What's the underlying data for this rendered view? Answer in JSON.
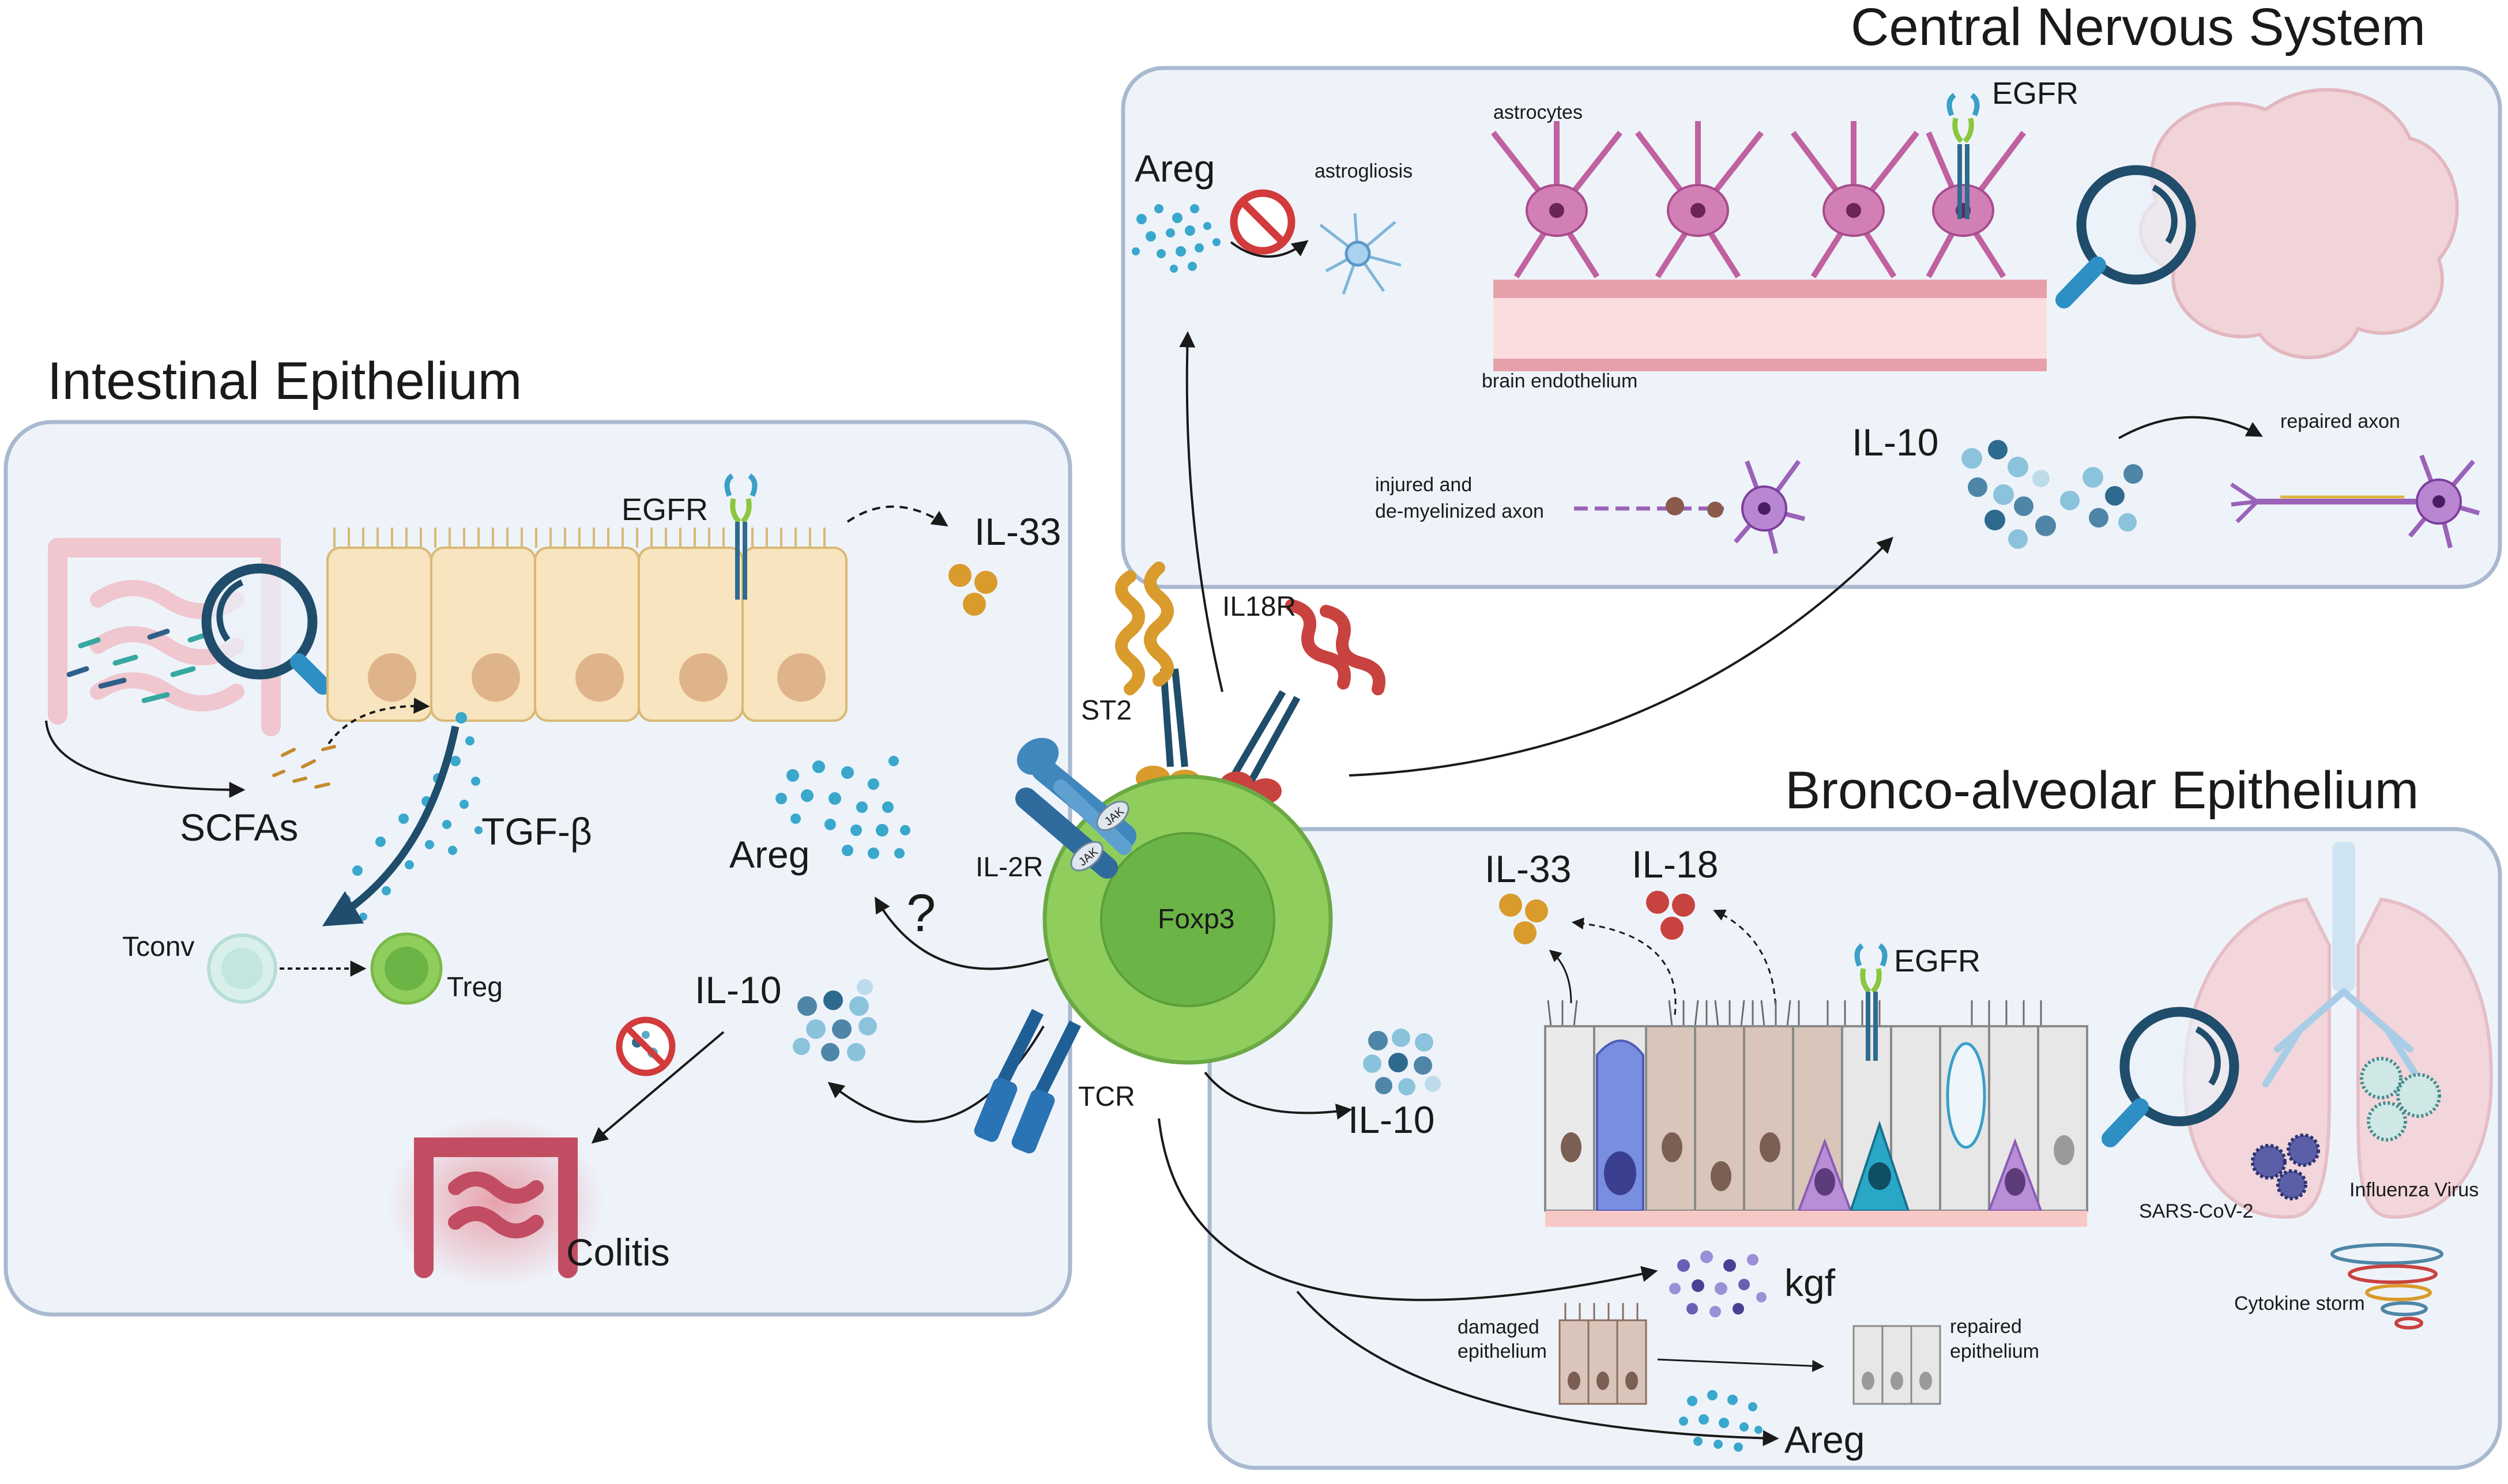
{
  "panels": {
    "cns": {
      "title": "Central Nervous System"
    },
    "intestinal": {
      "title": "Intestinal Epithelium"
    },
    "bronco": {
      "title": "Bronco-alveolar Epithelium"
    }
  },
  "labels": {
    "cns_areg": "Areg",
    "astrogliosis": "astrogliosis",
    "astrocytes": "astrocytes",
    "cns_egfr": "EGFR",
    "brain_endothelium": "brain endothelium",
    "cns_il10": "IL-10",
    "repaired_axon": "repaired axon",
    "injured_axon_1": "injured and",
    "injured_axon_2": "de-myelinized axon",
    "int_egfr": "EGFR",
    "int_il33": "IL-33",
    "scfas": "SCFAs",
    "tgfb": "TGF-β",
    "int_areg": "Areg",
    "question": "?",
    "tconv": "Tconv",
    "treg": "Treg",
    "int_il10": "IL-10",
    "colitis": "Colitis",
    "st2": "ST2",
    "il18r": "IL18R",
    "il2r": "IL-2R",
    "jak1": "JAK",
    "jak2": "JAK",
    "foxp3": "Foxp3",
    "tcr": "TCR",
    "br_il33": "IL-33",
    "br_il18": "IL-18",
    "br_egfr": "EGFR",
    "br_il10": "IL-10",
    "sars": "SARS-CoV-2",
    "influenza": "Influenza Virus",
    "cytokine_storm": "Cytokine storm",
    "kgf": "kgf",
    "damaged_epi_1": "damaged",
    "damaged_epi_2": "epithelium",
    "repaired_epi_1": "repaired",
    "repaired_epi_2": "epithelium",
    "br_areg": "Areg"
  },
  "colors": {
    "panel_fill": "#eef3fa",
    "panel_stroke": "#a9b9cf",
    "treg_outer": "#8fce5d",
    "treg_inner": "#6bb446",
    "il33_orange": "#d99b2b",
    "il18_red": "#c8423f",
    "il10_blue": "#4f86a7",
    "areg_cyan": "#3aa7cc",
    "astrocyte": "#c061a0",
    "neuron": "#9a62b8"
  }
}
